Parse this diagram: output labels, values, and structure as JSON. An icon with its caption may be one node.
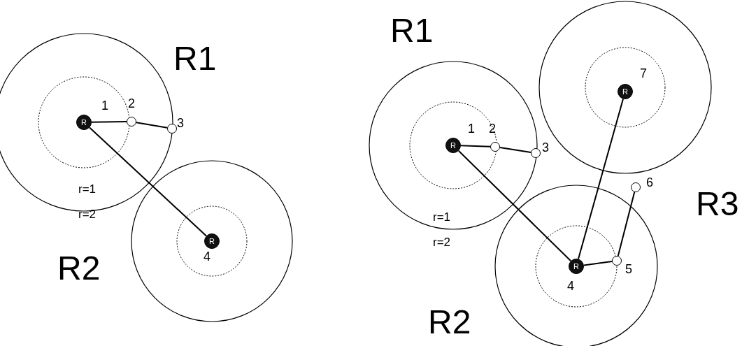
{
  "diagram": {
    "nodes": [
      {
        "text": [
          "R"
        ],
        "beside": [
          "1"
        ]
      },
      {
        "text": [],
        "shape": "circle",
        "beside": [
          "2"
        ]
      },
      {
        "text": [],
        "shape": "circle",
        "beside": [
          "3"
        ]
      },
      {
        "text": [
          "R"
        ],
        "beside": [
          "4"
        ]
      },
      {
        "text": [
          "R"
        ],
        "beside": [
          "1"
        ]
      },
      {
        "text": [],
        "shape": "circle",
        "beside": [
          "2"
        ]
      },
      {
        "text": [],
        "shape": "circle",
        "beside": [
          "3"
        ]
      },
      {
        "text": [
          "R"
        ],
        "beside": [
          "7"
        ]
      },
      {
        "text": [
          "R"
        ],
        "beside": [
          "4"
        ]
      },
      {
        "text": [],
        "shape": "circle",
        "beside": [
          "5"
        ]
      },
      {
        "text": [],
        "shape": "circle",
        "beside": [
          "6"
        ]
      }
    ],
    "edges": [
      {
        "from": 0,
        "to": 1,
        "arrow": "none"
      },
      {
        "from": 1,
        "to": 2,
        "arrow": "none"
      },
      {
        "from": 0,
        "to": 3,
        "arrow": "none"
      },
      {
        "from": 4,
        "to": 5,
        "arrow": "none"
      },
      {
        "from": 5,
        "to": 6,
        "arrow": "none"
      },
      {
        "from": 4,
        "to": 8,
        "arrow": "none"
      },
      {
        "from": 8,
        "to": 7,
        "arrow": "none"
      },
      {
        "from": 8,
        "to": 9,
        "arrow": "none"
      },
      {
        "from": 9,
        "to": 10,
        "arrow": "none"
      }
    ],
    "labels": [
      "R1",
      "r=1",
      "r=2",
      "R2",
      "R1",
      "R3",
      "r=1",
      "r=2",
      "R2"
    ]
  }
}
